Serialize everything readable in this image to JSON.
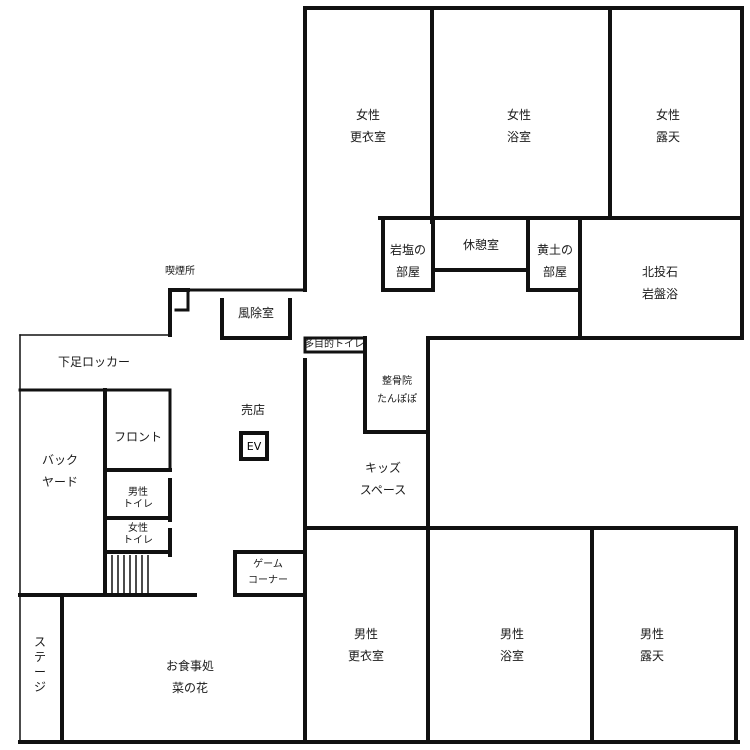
{
  "rooms": {
    "women_changing": [
      "女性",
      "更衣室"
    ],
    "women_bath": [
      "女性",
      "浴室"
    ],
    "women_outdoor": [
      "女性",
      "露天"
    ],
    "rock_salt_room": [
      "岩塩の",
      "部屋"
    ],
    "rest_room": "休憩室",
    "loess_room": [
      "黄土の",
      "部屋"
    ],
    "hokutoseki_bath": [
      "北投石",
      "岩盤浴"
    ],
    "smoking_area": "喫煙所",
    "windbreak_room": "風除室",
    "multipurpose_toilet": "多目的トイレ",
    "shoe_lockers": "下足ロッカー",
    "shop": "売店",
    "elevator": "EV",
    "front_desk": "フロント",
    "backyard": [
      "バック",
      "ヤード"
    ],
    "men_toilet": [
      "男性",
      "トイレ"
    ],
    "women_toilet": [
      "女性",
      "トイレ"
    ],
    "chiropractic": [
      "整骨院",
      "たんぽぽ"
    ],
    "kids_space": [
      "キッズ",
      "スペース"
    ],
    "game_corner": [
      "ゲーム",
      "コーナー"
    ],
    "men_changing": [
      "男性",
      "更衣室"
    ],
    "men_bath": [
      "男性",
      "浴室"
    ],
    "men_outdoor": [
      "男性",
      "露天"
    ],
    "stage": [
      "ス",
      "テ",
      "ー",
      "ジ"
    ],
    "restaurant": [
      "お食事処",
      "菜の花"
    ]
  }
}
